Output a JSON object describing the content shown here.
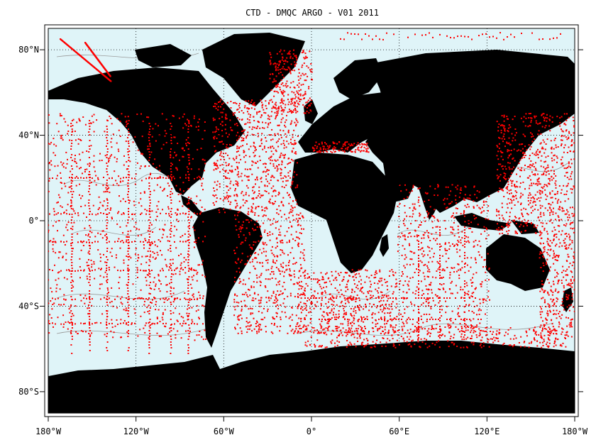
{
  "figure": {
    "title": "CTD - DMQC ARGO - V01 2011"
  },
  "axes": {
    "x_ticks": [
      {
        "value": -180,
        "label": "180°W"
      },
      {
        "value": -120,
        "label": "120°W"
      },
      {
        "value": -60,
        "label": "60°W"
      },
      {
        "value": 0,
        "label": "0°"
      },
      {
        "value": 60,
        "label": "60°E"
      },
      {
        "value": 120,
        "label": "120°E"
      },
      {
        "value": 180,
        "label": "180°W"
      }
    ],
    "y_ticks": [
      {
        "value": 80,
        "label": "80°N"
      },
      {
        "value": 40,
        "label": "40°N"
      },
      {
        "value": 0,
        "label": "0°"
      },
      {
        "value": -40,
        "label": "40°S"
      },
      {
        "value": -80,
        "label": "80°S"
      }
    ],
    "lon_range": [
      -180,
      180
    ],
    "lat_range": [
      -90,
      90
    ],
    "grid": "dotted"
  },
  "colors": {
    "ocean": "#dff4f8",
    "land": "#000000",
    "points": "#ff0000",
    "contours": "#9a9a9a"
  }
}
